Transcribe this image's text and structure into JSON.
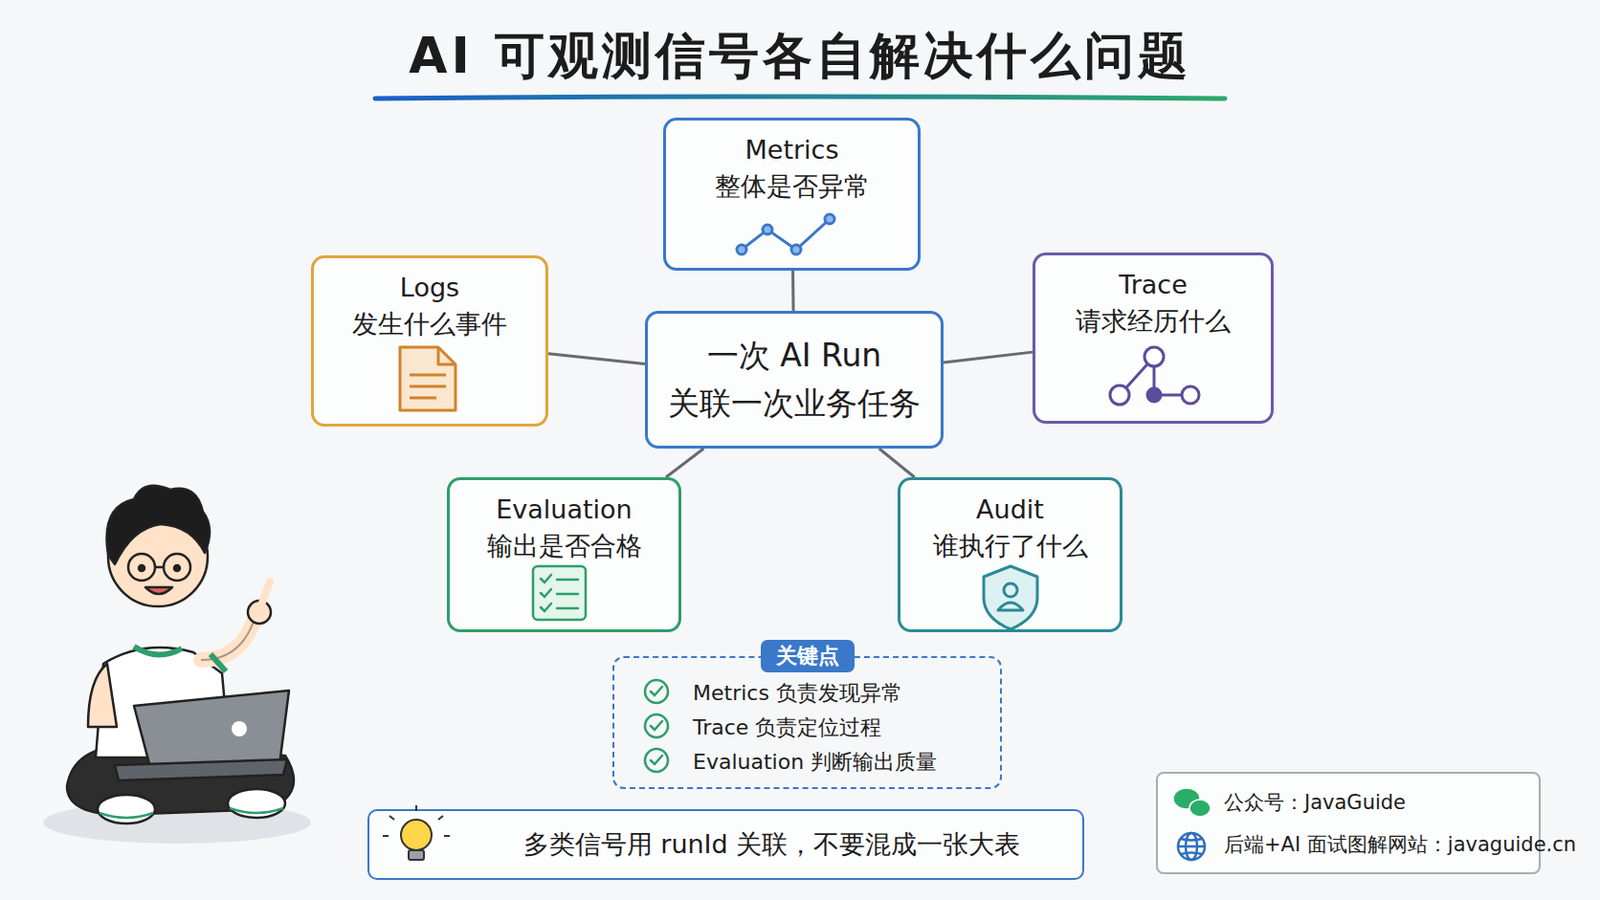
{
  "diagram": {
    "title": "AI 可观测信号各自解决什么问题",
    "nodes": [
      {
        "text": [
          "Metrics",
          "整体是否异常"
        ]
      },
      {
        "text": [
          "Logs",
          "发生什么事件"
        ]
      },
      {
        "text": [
          "一次 AI Run",
          "关联一次业务任务"
        ]
      },
      {
        "text": [
          "Trace",
          "请求经历什么"
        ]
      },
      {
        "text": [
          "Evaluation",
          "输出是否合格"
        ]
      },
      {
        "text": [
          "Audit",
          "谁执行了什么"
        ]
      },
      {
        "text": [
          "关键点",
          "Metrics 负责发现异常",
          "Trace 负责定位过程",
          "Evaluation 判断输出质量"
        ]
      },
      {
        "text": [
          "多类信号用 runId 关联，不要混成一张大表"
        ]
      },
      {
        "text": [
          "公众号：JavaGuide",
          "后端+AI 面试图解网站：javaguide.cn"
        ]
      }
    ],
    "edges": [
      {
        "from": 2,
        "to": 0,
        "arrow": "none"
      },
      {
        "from": 2,
        "to": 1,
        "arrow": "none"
      },
      {
        "from": 2,
        "to": 3,
        "arrow": "none"
      },
      {
        "from": 2,
        "to": 4,
        "arrow": "none"
      },
      {
        "from": 2,
        "to": 5,
        "arrow": "none"
      }
    ]
  }
}
